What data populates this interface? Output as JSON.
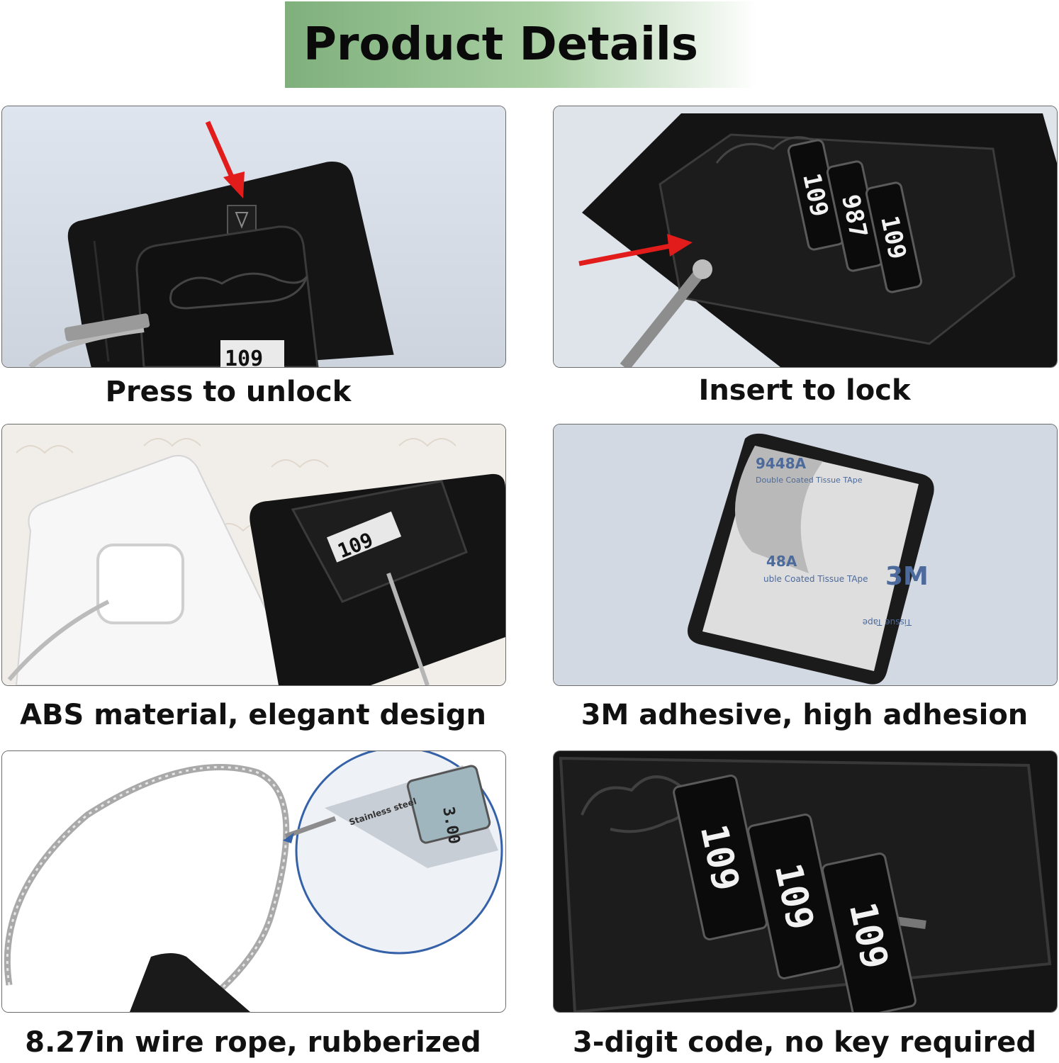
{
  "header": {
    "title": "Product Details"
  },
  "panels": [
    {
      "caption": "Press to unlock",
      "combo": "109"
    },
    {
      "caption": "Insert to lock",
      "combo_rows": [
        "109",
        "987",
        "109"
      ]
    },
    {
      "caption": "ABS material, elegant design",
      "combo": "109"
    },
    {
      "caption": "3M adhesive, high adhesion",
      "tape": {
        "code": "9448A",
        "line": "Double Coated Tissue TApe",
        "brand": "3M",
        "code_partial": "48A",
        "line_partial": "uble Coated Tissue TApe",
        "flipped": "Tissue Tape"
      }
    },
    {
      "caption": "8.27in wire rope, rubberized",
      "caliper": {
        "text": "Stainless steel",
        "reading": "3.00"
      }
    },
    {
      "caption": "3-digit code, no key required",
      "digits": [
        "109",
        "109",
        "109"
      ]
    }
  ],
  "colors": {
    "accent_arrow": "#e21b1b",
    "banner_green": "#7fb07c",
    "lock_black": "#1b1b1b",
    "panel_bg": "#d8dde6"
  }
}
